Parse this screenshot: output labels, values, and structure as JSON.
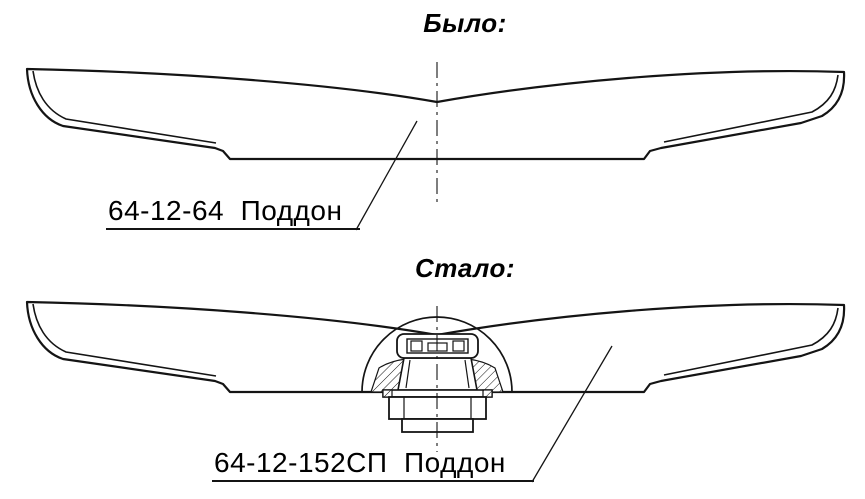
{
  "diagram": {
    "background_color": "#ffffff",
    "line_color": "#141414",
    "before": {
      "title": "Было:",
      "part_label": "64-12-64  Поддон"
    },
    "after": {
      "title": "Стало:",
      "part_label": "64-12-152СП  Поддон"
    }
  }
}
